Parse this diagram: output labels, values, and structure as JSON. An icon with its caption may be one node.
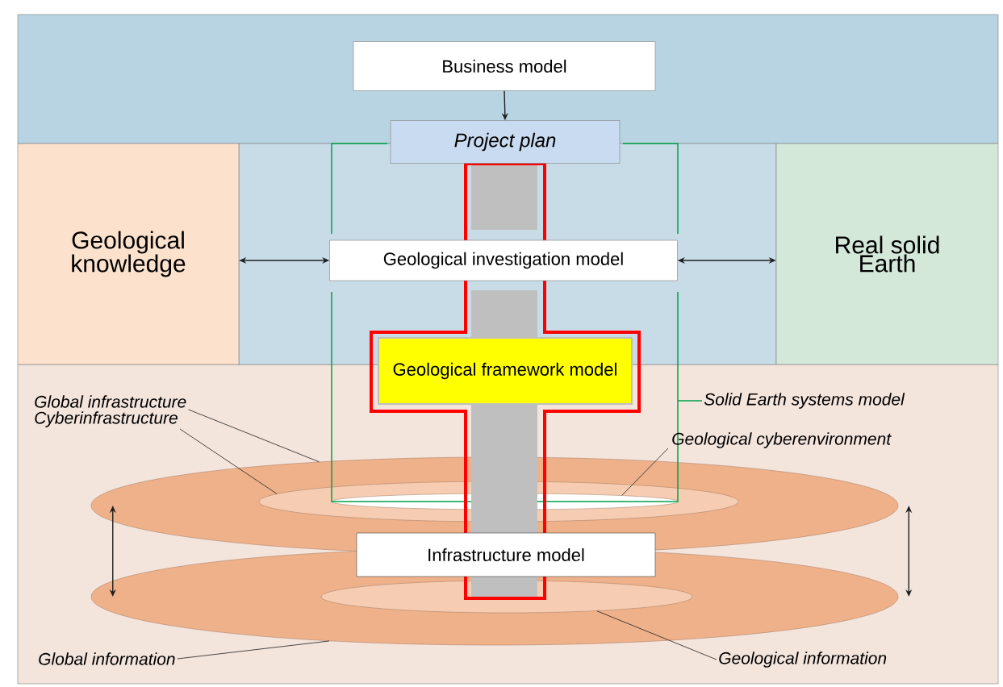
{
  "diagram": {
    "nodes": [
      {
        "text": [
          "Business model"
        ]
      },
      {
        "text": [
          "Project plan"
        ]
      },
      {
        "text": [
          "Geological knowledge"
        ]
      },
      {
        "text": [
          "Geological investigation model"
        ],
        "in": 18
      },
      {
        "text": [
          "Real solid Earth"
        ]
      },
      {
        "text": [
          "Geological framework model"
        ],
        "in": 18
      },
      {
        "text": [
          "Infrastructure model"
        ]
      },
      {
        "text": [
          "Global infrastructure"
        ]
      },
      {
        "text": [
          "Cyberinfrastructure"
        ]
      },
      {
        "text": [
          "Solid Earth systems model"
        ]
      },
      {
        "text": [
          "Geological cyberenvironment"
        ]
      },
      {
        "text": [
          "Global information"
        ]
      },
      {
        "text": [
          "Geological information"
        ]
      },
      {
        "text": [],
        "shape": "ellipse"
      },
      {
        "text": [],
        "shape": "ellipse",
        "in": 13
      },
      {
        "text": [],
        "shape": "ellipse",
        "in": 14
      },
      {
        "text": [],
        "shape": "ellipse"
      },
      {
        "text": [],
        "shape": "ellipse",
        "in": 16
      },
      {
        "text": [],
        "shape": "cylinder"
      }
    ],
    "edges": [
      {
        "from": 0,
        "to": 1,
        "arrow": "to"
      },
      {
        "from": 2,
        "to": 3,
        "arrow": "both"
      },
      {
        "from": 3,
        "to": 4,
        "arrow": "both"
      },
      {
        "from": 13,
        "to": 16,
        "arrow": "both"
      },
      {
        "from": 13,
        "to": 16,
        "arrow": "both"
      },
      {
        "from": 7,
        "to": 13,
        "arrow": "none"
      },
      {
        "from": 8,
        "to": 14,
        "arrow": "none"
      },
      {
        "from": 9,
        "to": 18,
        "arrow": "none",
        "color": "#00a04b"
      },
      {
        "from": 10,
        "to": 15,
        "arrow": "none"
      },
      {
        "from": 11,
        "to": 16,
        "arrow": "none"
      },
      {
        "from": 12,
        "to": 17,
        "arrow": "none"
      }
    ]
  }
}
